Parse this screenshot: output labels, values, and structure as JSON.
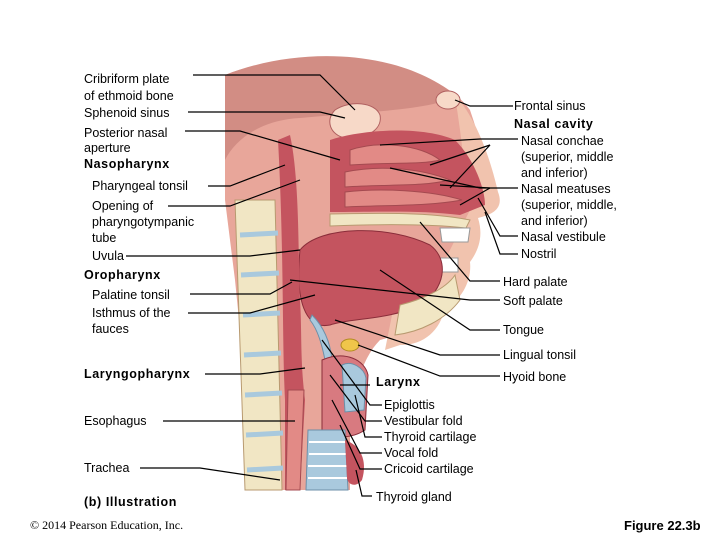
{
  "colors": {
    "background": "#ffffff",
    "muscle": "#c4545f",
    "tissue": "#e8a69a",
    "skin": "#f1c3ae",
    "bone": "#f1e6c4",
    "cartilage": "#a9c9dd",
    "leader": "#000000"
  },
  "labels_left": {
    "cribriform": [
      "Cribriform plate",
      "of ethmoid bone"
    ],
    "sphenoid": "Sphenoid sinus",
    "posterior_aperture": [
      "Posterior nasal",
      "aperture"
    ],
    "nasopharynx": "Nasopharynx",
    "pharyngeal_tonsil": "Pharyngeal tonsil",
    "opening_tube": [
      "Opening of",
      "pharyngotympanic",
      "tube"
    ],
    "uvula": "Uvula",
    "oropharynx": "Oropharynx",
    "palatine_tonsil": "Palatine tonsil",
    "isthmus": [
      "Isthmus of the",
      "fauces"
    ],
    "laryngopharynx": "Laryngopharynx",
    "esophagus": "Esophagus",
    "trachea": "Trachea",
    "illustration": "(b) Illustration"
  },
  "labels_right": {
    "frontal_sinus": "Frontal sinus",
    "nasal_cavity": "Nasal cavity",
    "nasal_conchae": [
      "Nasal conchae",
      "(superior, middle",
      "and inferior)"
    ],
    "nasal_meatuses": [
      "Nasal meatuses",
      "(superior, middle,",
      "and inferior)"
    ],
    "nasal_vestibule": "Nasal vestibule",
    "nostril": "Nostril",
    "hard_palate": "Hard palate",
    "soft_palate": "Soft palate",
    "tongue": "Tongue",
    "lingual_tonsil": "Lingual tonsil",
    "hyoid_bone": "Hyoid bone"
  },
  "labels_larynx": {
    "larynx": "Larynx",
    "epiglottis": "Epiglottis",
    "vestibular_fold": "Vestibular fold",
    "thyroid_cartilage": "Thyroid cartilage",
    "vocal_fold": "Vocal fold",
    "cricoid_cartilage": "Cricoid cartilage",
    "thyroid_gland": "Thyroid gland"
  },
  "footer": {
    "copyright": "© 2014 Pearson Education, Inc.",
    "figure": "Figure 22.3b"
  }
}
